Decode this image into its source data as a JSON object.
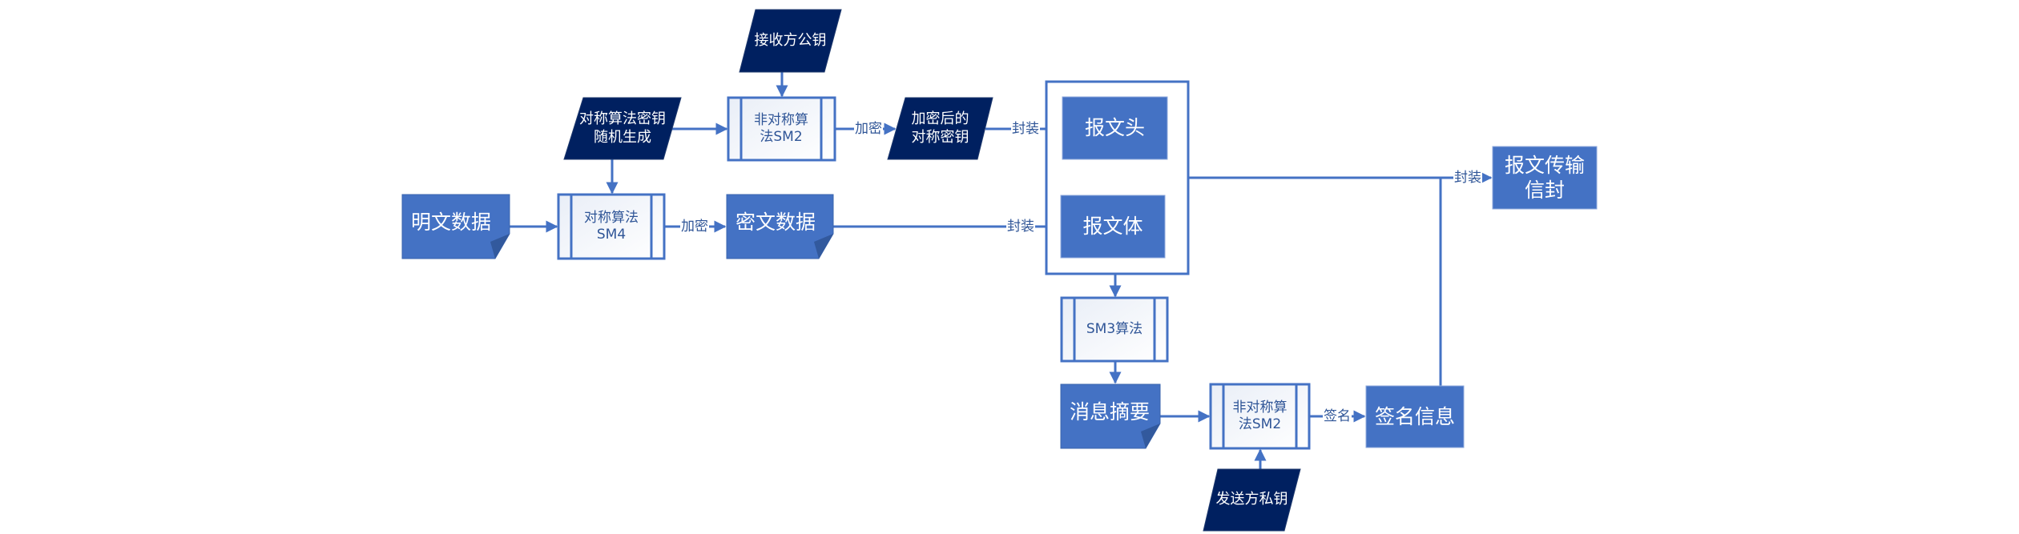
{
  "title": "报文加密、签名与封装流程",
  "colors": {
    "data_fill": "#4472C4",
    "key_fill": "#002060",
    "process_stroke": "#4472C4",
    "process_fill_start": "#E9EEF7",
    "process_fill_end": "#FFFFFF",
    "connector": "#4472C4",
    "label_text": "#2F5597"
  },
  "nodes": {
    "plaintext": {
      "label": "明文数据",
      "shape": "document"
    },
    "sym_key_gen": {
      "label": "对称算法密钥\n随机生成",
      "shape": "parallelogram"
    },
    "sm4": {
      "label": "对称算法\nSM4",
      "shape": "predefined-process"
    },
    "ciphertext": {
      "label": "密文数据",
      "shape": "document"
    },
    "receiver_pubkey": {
      "label": "接收方公钥",
      "shape": "parallelogram"
    },
    "sm2_encrypt": {
      "label": "非对称算\n法SM2",
      "shape": "predefined-process"
    },
    "enc_sym_key": {
      "label": "加密后的\n对称密钥",
      "shape": "parallelogram"
    },
    "msg_header": {
      "label": "报文头",
      "shape": "rectangle"
    },
    "msg_body": {
      "label": "报文体",
      "shape": "rectangle"
    },
    "sm3": {
      "label": "SM3算法",
      "shape": "predefined-process"
    },
    "digest": {
      "label": "消息摘要",
      "shape": "document"
    },
    "sm2_sign": {
      "label": "非对称算\n法SM2",
      "shape": "predefined-process"
    },
    "sender_privkey": {
      "label": "发送方私钥",
      "shape": "parallelogram"
    },
    "signature": {
      "label": "签名信息",
      "shape": "rectangle"
    },
    "envelope": {
      "label": "报文传输\n信封",
      "shape": "rectangle"
    }
  },
  "edges": {
    "e1": {
      "from": "plaintext",
      "to": "sm4",
      "label": ""
    },
    "e2": {
      "from": "sym_key_gen",
      "to": "sm4",
      "label": ""
    },
    "e3": {
      "from": "sm4",
      "to": "ciphertext",
      "label": "加密"
    },
    "e4": {
      "from": "sym_key_gen",
      "to": "sm2_encrypt",
      "label": ""
    },
    "e5": {
      "from": "receiver_pubkey",
      "to": "sm2_encrypt",
      "label": ""
    },
    "e6": {
      "from": "sm2_encrypt",
      "to": "enc_sym_key",
      "label": "加密"
    },
    "e7": {
      "from": "enc_sym_key",
      "to": "msg_header",
      "label": "封装"
    },
    "e8": {
      "from": "ciphertext",
      "to": "msg_body",
      "label": "封装"
    },
    "e9": {
      "from": "message_container",
      "to": "sm3",
      "label": ""
    },
    "e10": {
      "from": "sm3",
      "to": "digest",
      "label": ""
    },
    "e11": {
      "from": "digest",
      "to": "sm2_sign",
      "label": ""
    },
    "e12": {
      "from": "sender_privkey",
      "to": "sm2_sign",
      "label": ""
    },
    "e13": {
      "from": "sm2_sign",
      "to": "signature",
      "label": "签名"
    },
    "e14": {
      "from": "message_container",
      "to": "envelope",
      "label": "封装"
    },
    "e15": {
      "from": "signature",
      "to": "envelope",
      "label": ""
    }
  }
}
